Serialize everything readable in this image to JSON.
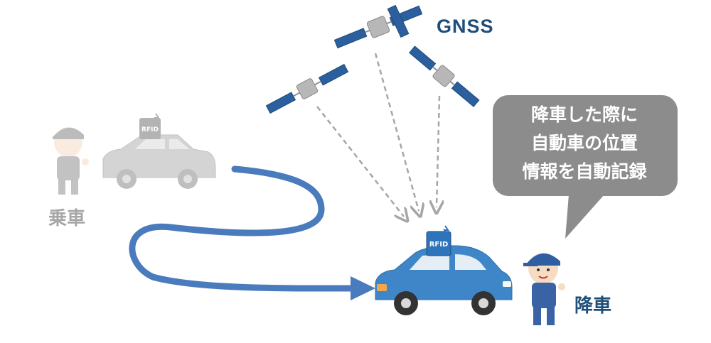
{
  "labels": {
    "gnss": "GNSS",
    "boarding": "乗車",
    "alighting": "降車"
  },
  "bubble": {
    "lines": [
      "降車した際に",
      "自動車の位置",
      "情報を自動記録"
    ]
  },
  "tags": {
    "rfid_gray": "RFID",
    "rfid_blue": "RFID"
  },
  "colors": {
    "route_arrow": "#4a7bbd",
    "gnss_text": "#1f4e79",
    "alighting_text": "#1f4e79",
    "boarding_text": "#a6a6a6",
    "bubble_fill": "#8c8c8c",
    "blue_car": "#3f86c9",
    "gray_car": "#d4d4d4",
    "signal_lines": "#a6a6a6"
  }
}
